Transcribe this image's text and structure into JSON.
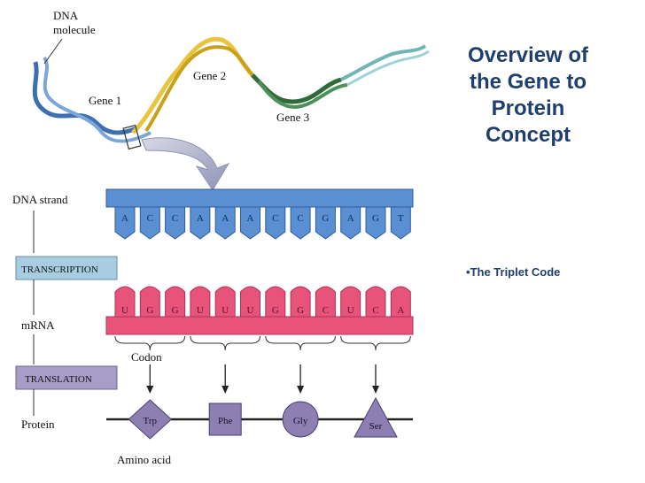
{
  "slide": {
    "title_lines": [
      "Overview of",
      "the Gene to",
      "Protein",
      "Concept"
    ],
    "bullet": "The Triplet Code"
  },
  "figure": {
    "dna_molecule_label_lines": [
      "DNA",
      "molecule"
    ],
    "gene_labels": [
      "Gene 1",
      "Gene 2",
      "Gene 3"
    ],
    "dna_strand_label": "DNA strand",
    "transcription_label": "TRANSCRIPTION",
    "mrna_label": "mRNA",
    "translation_label": "TRANSLATION",
    "protein_label": "Protein",
    "codon_label": "Codon",
    "amino_acid_label": "Amino acid",
    "dna_bases": [
      "A",
      "C",
      "C",
      "A",
      "A",
      "A",
      "C",
      "C",
      "G",
      "A",
      "G",
      "T"
    ],
    "mrna_bases": [
      "U",
      "G",
      "G",
      "U",
      "U",
      "U",
      "G",
      "G",
      "C",
      "U",
      "C",
      "A"
    ],
    "amino_acids": [
      "Trp",
      "Phe",
      "Gly",
      "Ser"
    ],
    "colors": {
      "dna_blue": "#5a8fd4",
      "mrna_pink": "#e8537a",
      "transcription_box": "#a9cde0",
      "translation_box": "#a89cc8",
      "amino_acid_fill": "#8e7fb2",
      "title_text": "#1f3f6e"
    }
  }
}
